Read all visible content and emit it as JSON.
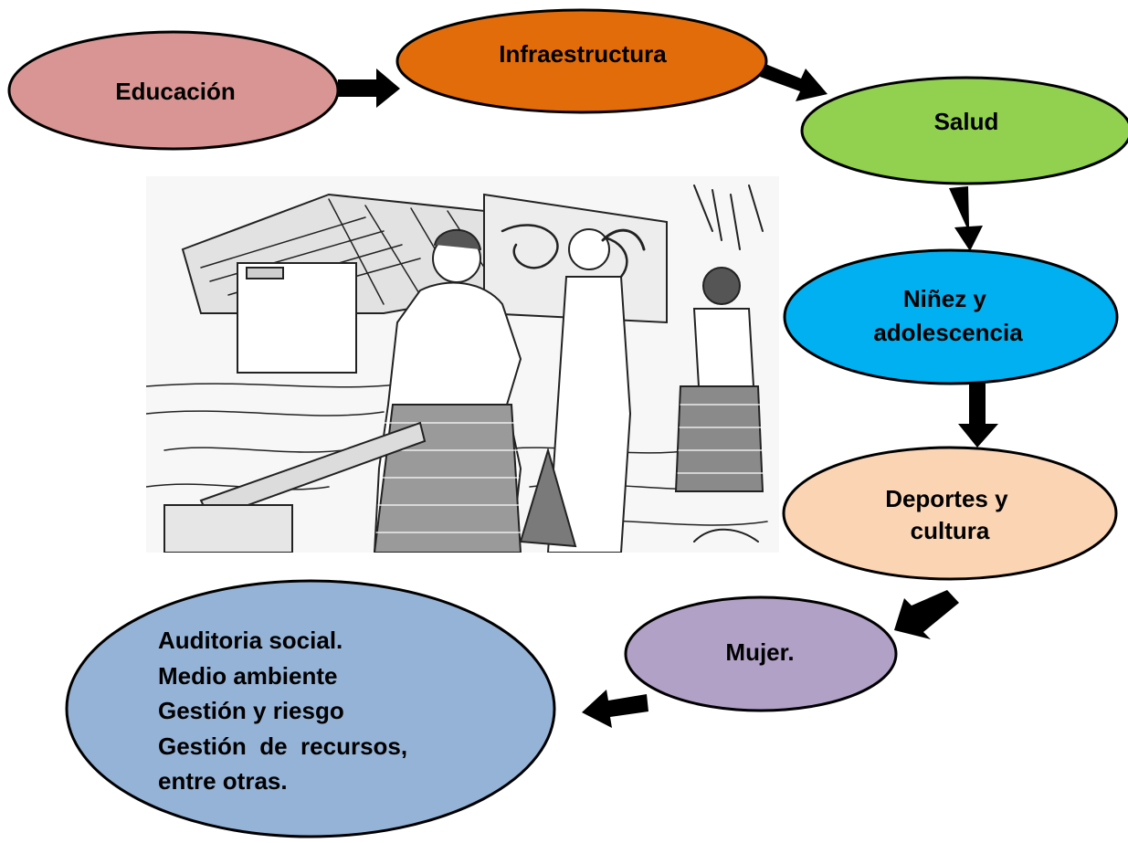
{
  "diagram": {
    "nodes": {
      "educacion": {
        "label": "Educación",
        "fill": "#d99594"
      },
      "infraestructura": {
        "label": "Infraestructura",
        "fill": "#e36c0a"
      },
      "salud": {
        "label": "Salud",
        "fill": "#92d050"
      },
      "ninez": {
        "lines": [
          "Niñez y",
          "adolescencia"
        ],
        "fill": "#00b0f0"
      },
      "deportes": {
        "lines": [
          "Deportes y",
          "cultura"
        ],
        "fill": "#fbd4b4"
      },
      "mujer": {
        "label": "Mujer.",
        "fill": "#b2a1c7"
      },
      "otros": {
        "lines": [
          "Auditoria social.",
          "Medio ambiente",
          "Gestión y riesgo",
          "Gestión  de  recursos,",
          "entre otras."
        ],
        "fill": "#95b3d7"
      }
    },
    "arrow_color": "#000000",
    "outline_color": "#000000",
    "illustration": {
      "icon": "village-sketch-illustration"
    }
  }
}
